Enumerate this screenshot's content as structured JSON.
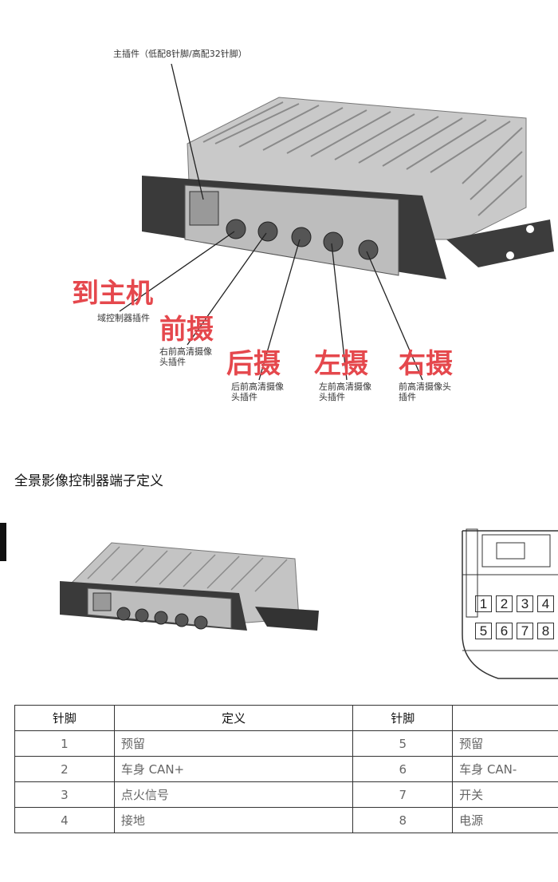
{
  "diagram": {
    "main_connector_label": "主插件（低配8针脚/高配32针脚）",
    "callouts": [
      "域控制器插件",
      "右前高清摄像头插件",
      "后前高清摄像头插件",
      "左前高清摄像头插件",
      "前高清摄像头插件"
    ],
    "red_annotations": [
      "到主机",
      "前摄",
      "后摄",
      "左摄",
      "右摄"
    ]
  },
  "section_title": "全景影像控制器端子定义",
  "connector_pins": [
    "1",
    "2",
    "3",
    "4",
    "5",
    "6",
    "7",
    "8"
  ],
  "table": {
    "headers": [
      "针脚",
      "定义",
      "针脚",
      ""
    ],
    "rows": [
      [
        "1",
        "预留",
        "5",
        "预留"
      ],
      [
        "2",
        "车身 CAN+",
        "6",
        "车身 CAN-"
      ],
      [
        "3",
        "点火信号",
        "7",
        "开关"
      ],
      [
        "4",
        "接地",
        "8",
        "电源"
      ]
    ]
  }
}
